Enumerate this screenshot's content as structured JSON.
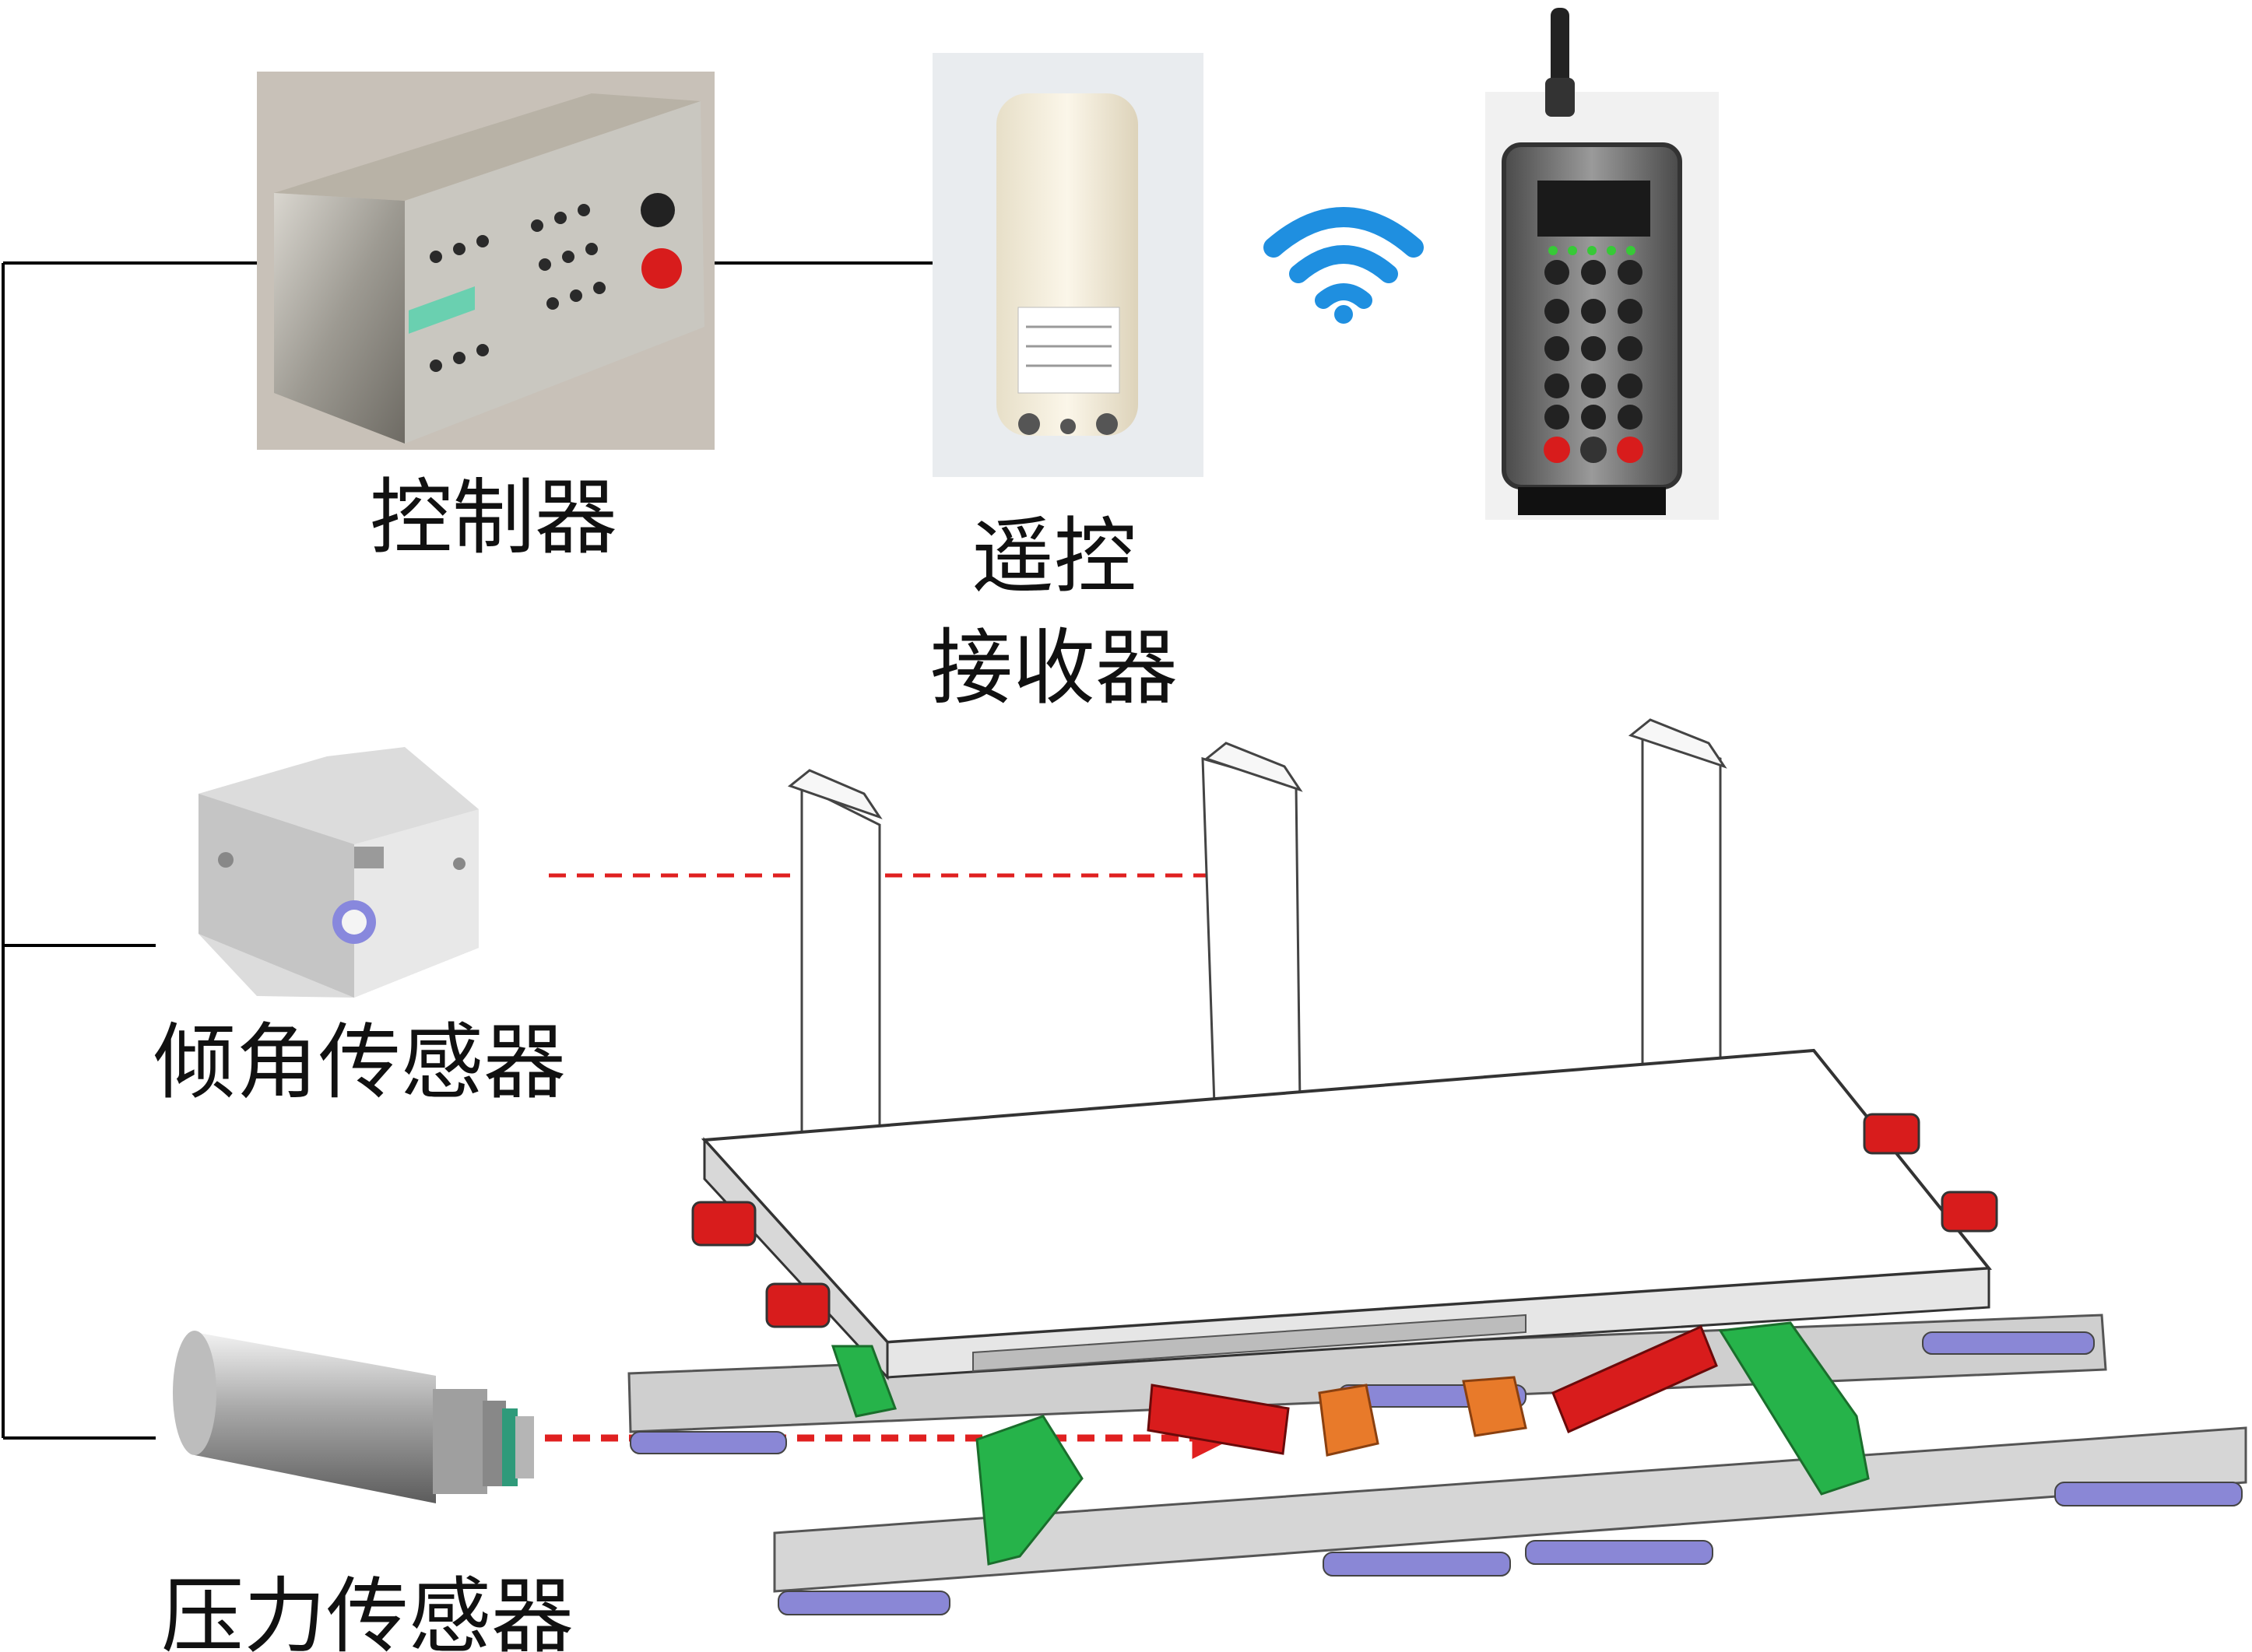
{
  "labels": {
    "controller": "控制器",
    "receiver_line1": "遥控",
    "receiver_line2": "接收器",
    "tilt_sensor": "倾角传感器",
    "pressure_sensor": "压力传感器"
  },
  "colors": {
    "wire": "#000000",
    "signal_arrow": "#e02020",
    "wifi": "#1f8fe0",
    "hydraulic_cylinder": "#d81c1c",
    "link_plate": "#26b34a",
    "bracket": "#e87a2a",
    "rail_pad": "#8a87d6"
  },
  "icons": [
    "wifi-icon"
  ]
}
